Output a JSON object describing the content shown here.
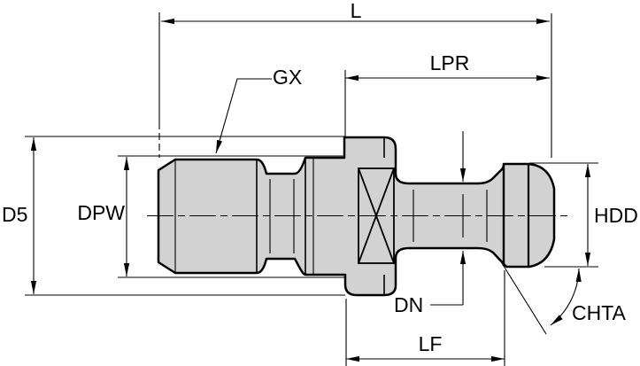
{
  "diagram": {
    "type": "engineering-dimension-drawing",
    "subject": "retention-knob-pull-stud-side-view",
    "background": "#ffffff",
    "part_fill": "#d2d2d2",
    "line_color": "#000000",
    "labels": {
      "overall_length": "L",
      "projected_length": "LPR",
      "thread_callout": "GX",
      "thread_diameter": "DPW",
      "flange_diameter": "D5",
      "neck_diameter": "DN",
      "flange_to_head_length": "LF",
      "head_diameter": "HDD",
      "chamfer_angle": "CHTA"
    }
  }
}
